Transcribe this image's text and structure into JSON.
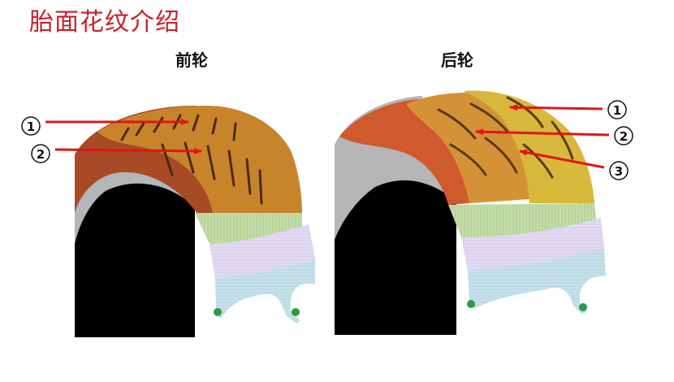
{
  "title": "胎面花纹介绍",
  "panels": {
    "front": {
      "label": "前轮",
      "callouts": [
        "1",
        "2"
      ]
    },
    "rear": {
      "label": "后轮",
      "callouts": [
        "1",
        "2",
        "3"
      ]
    }
  },
  "colors": {
    "title": "#c8202a",
    "arrow": "#e01515",
    "tread_orange": "#c8842a",
    "tread_red": "#a94a26",
    "tread_yellow": "#d8b83a",
    "ply_green": "#b9d59a",
    "ply_lilac": "#dcd3ee",
    "ply_blue": "#bcdbe6",
    "sidewall": "#b4b6b8"
  }
}
